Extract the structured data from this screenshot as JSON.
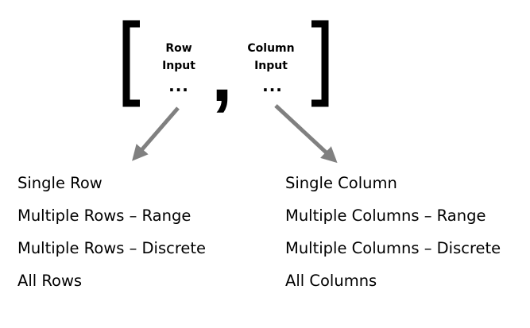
{
  "row_input": {
    "line1": "Row",
    "line2": "Input",
    "ellipsis": "..."
  },
  "column_input": {
    "line1": "Column",
    "line2": "Input",
    "ellipsis": "..."
  },
  "separator": ",",
  "row_options": [
    "Single Row",
    "Multiple Rows – Range",
    "Multiple Rows – Discrete",
    "All Rows"
  ],
  "column_options": [
    "Single Column",
    "Multiple Columns – Range",
    "Multiple Columns – Discrete",
    "All  Columns"
  ],
  "colors": {
    "text": "#000000",
    "arrow": "#808080"
  }
}
